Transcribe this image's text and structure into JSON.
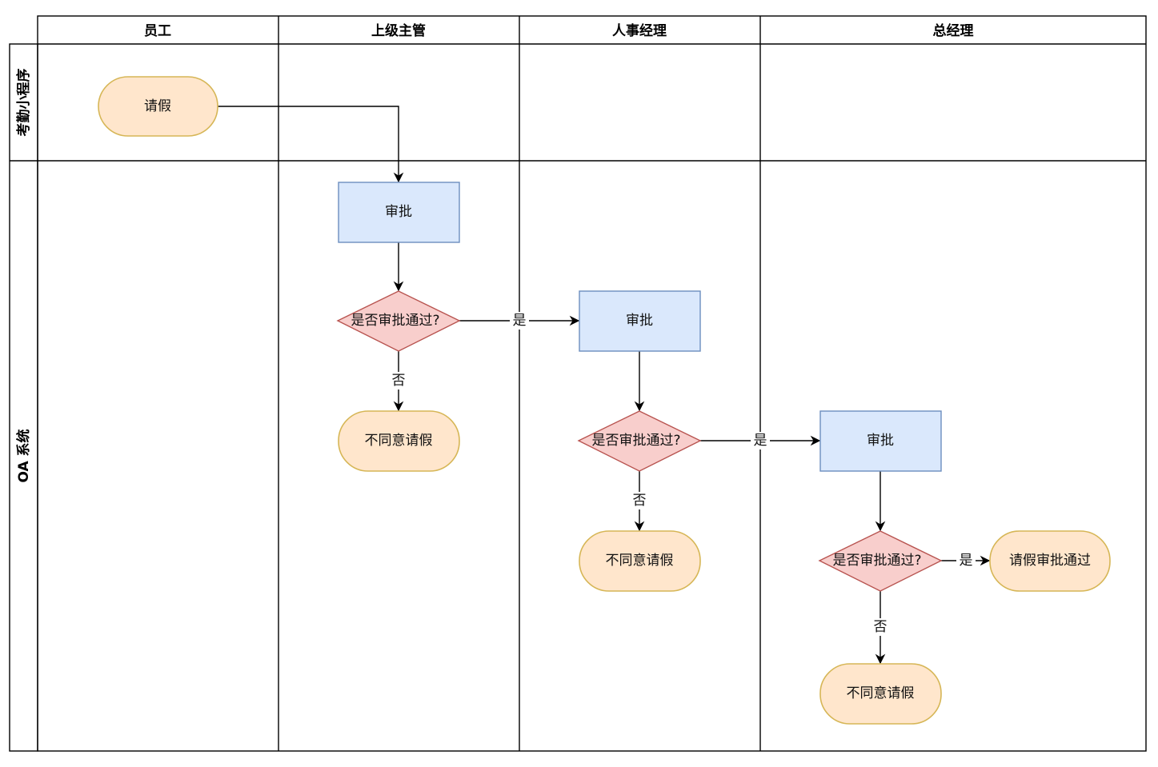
{
  "colors": {
    "process_fill": "#dae8fc",
    "process_stroke": "#6c8ebf",
    "decision_fill": "#f8cecc",
    "decision_stroke": "#b85450",
    "terminal_fill": "#ffe6cc",
    "terminal_stroke": "#d6b656"
  },
  "columns": [
    "员工",
    "上级主管",
    "人事经理",
    "总经理"
  ],
  "rows": [
    "考勤小程序",
    "OA 系统"
  ],
  "nodes": {
    "start": "请假",
    "approve1": "审批",
    "decision1": "是否审批通过?",
    "reject1": "不同意请假",
    "approve2": "审批",
    "decision2": "是否审批通过?",
    "reject2": "不同意请假",
    "approve3": "审批",
    "decision3": "是否审批通过?",
    "reject3": "不同意请假",
    "success": "请假审批通过"
  },
  "edge_labels": {
    "yes1": "是",
    "no1": "否",
    "yes2": "是",
    "no2": "否",
    "yes3": "是",
    "no3": "否"
  }
}
